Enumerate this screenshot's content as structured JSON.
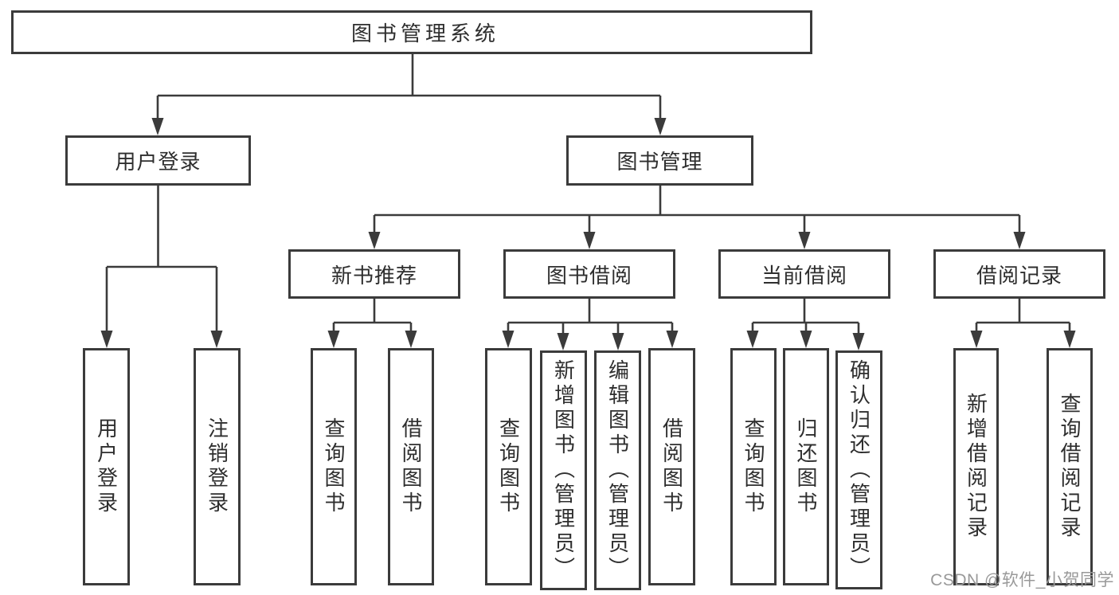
{
  "title": "图书管理系统",
  "tree": {
    "root": {
      "label": "图书管理系统"
    },
    "branches": [
      {
        "label": "用户登录",
        "children": [
          {
            "label": "用户登录"
          },
          {
            "label": "注销登录"
          }
        ]
      },
      {
        "label": "图书管理",
        "children": [
          {
            "label": "新书推荐",
            "children": [
              {
                "label": "查询图书"
              },
              {
                "label": "借阅图书"
              }
            ]
          },
          {
            "label": "图书借阅",
            "children": [
              {
                "label": "查询图书"
              },
              {
                "label": "新增图书（管理员）"
              },
              {
                "label": "编辑图书（管理员）"
              },
              {
                "label": "借阅图书"
              }
            ]
          },
          {
            "label": "当前借阅",
            "children": [
              {
                "label": "查询图书"
              },
              {
                "label": "归还图书"
              },
              {
                "label": "确认归还（管理员）"
              }
            ]
          },
          {
            "label": "借阅记录",
            "children": [
              {
                "label": "新增借阅记录"
              },
              {
                "label": "查询借阅记录"
              }
            ]
          }
        ]
      }
    ]
  },
  "watermark": {
    "text": "CSDN @软件_小贺同学"
  },
  "colors": {
    "line": "#3b3b3b",
    "text": "#2e2e2e",
    "background": "#ffffff",
    "watermark": "#999999"
  }
}
